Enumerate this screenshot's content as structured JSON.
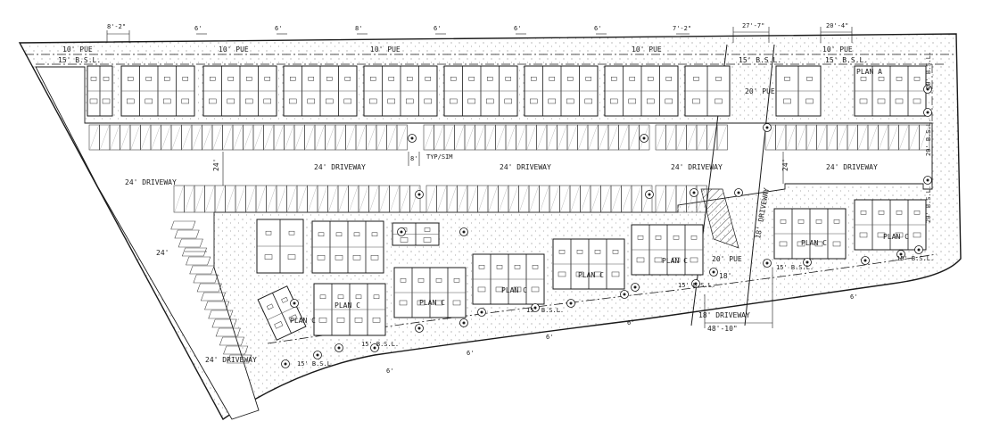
{
  "labels": {
    "pue_10": "10' PUE",
    "pue_20": "20' PUE",
    "bsl_15": "15' B.S.L.",
    "bsl_20": "20' B.S.L.",
    "driveway_24": "24' DRIVEWAY",
    "driveway_18": "18' DRIVEWAY",
    "dim_24": "24'",
    "dim_18": "18'",
    "dim_8": "8'",
    "dim_6": "6'",
    "dim_8_2": "8'-2\"",
    "dim_7_2": "7'-2\"",
    "dim_27_7": "27'-7\"",
    "dim_20_4": "20'-4\"",
    "dim_48_10": "48'-10\"",
    "typ_sim": "TYP/SIM",
    "plan_a": "PLAN A",
    "plan_c": "PLAN C"
  },
  "colors": {
    "line": "#1a1a1a",
    "hatch": "#9a9a9a",
    "background": "#ffffff"
  }
}
